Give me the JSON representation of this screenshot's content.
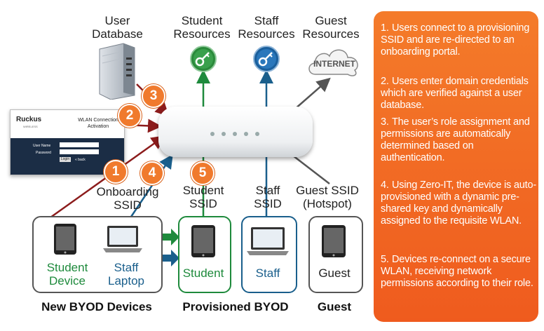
{
  "labels": {
    "user_database": [
      "User",
      "Database"
    ],
    "student_resources": [
      "Student",
      "Resources"
    ],
    "staff_resources": [
      "Staff",
      "Resources"
    ],
    "guest_resources": [
      "Guest",
      "Resources"
    ],
    "onboarding_ssid": [
      "Onboarding",
      "SSID"
    ],
    "student_ssid": [
      "Student",
      "SSID"
    ],
    "staff_ssid": [
      "Staff",
      "SSID"
    ],
    "guest_ssid": [
      "Guest SSID",
      "(Hotspot)"
    ],
    "student_device": [
      "Student",
      "Device"
    ],
    "staff_laptop": [
      "Staff",
      "Laptop"
    ],
    "student_box": "Student",
    "staff_box": "Staff",
    "guest_box": "Guest",
    "new_byod": "New BYOD Devices",
    "provisioned_byod": "Provisioned BYOD",
    "guest": "Guest",
    "internet": "INTERNET"
  },
  "portal": {
    "brand": "Ruckus",
    "brand_sub": "WIRELESS",
    "title": [
      "WLAN Connection",
      "Activation"
    ],
    "user_name": "User Name",
    "password": "Password",
    "login": "Login",
    "back": "« back"
  },
  "badges": [
    "1",
    "2",
    "3",
    "4",
    "5"
  ],
  "steps": [
    {
      "num": "1.",
      "text": "Users connect to a provisioning SSID and are re-directed to an onboarding portal."
    },
    {
      "num": "2.",
      "text": "Users enter domain credentials which are verified against a user database."
    },
    {
      "num": "3.",
      "text": "The user’s role assignment and permissions are automatically determined based on authentication."
    },
    {
      "num": "4.",
      "text": "Using Zero-IT, the device is auto-provisioned with a dynamic pre-shared key and dynamically assigned to the requisite WLAN."
    },
    {
      "num": "5.",
      "text": "Devices re-connect on a secure WLAN, receiving network permissions according to their role."
    }
  ],
  "colors": {
    "panel": "#f26a24",
    "student_green": "#1e8a3c",
    "staff_blue": "#1a5f8c",
    "arrow_red": "#8c1c1c",
    "arrow_gray": "#555555",
    "badge_orange": "#f07a2d"
  },
  "icons": [
    "server-icon",
    "key-icon",
    "key-icon-blue",
    "cloud-icon",
    "router-icon",
    "tablet-icon",
    "laptop-icon"
  ]
}
